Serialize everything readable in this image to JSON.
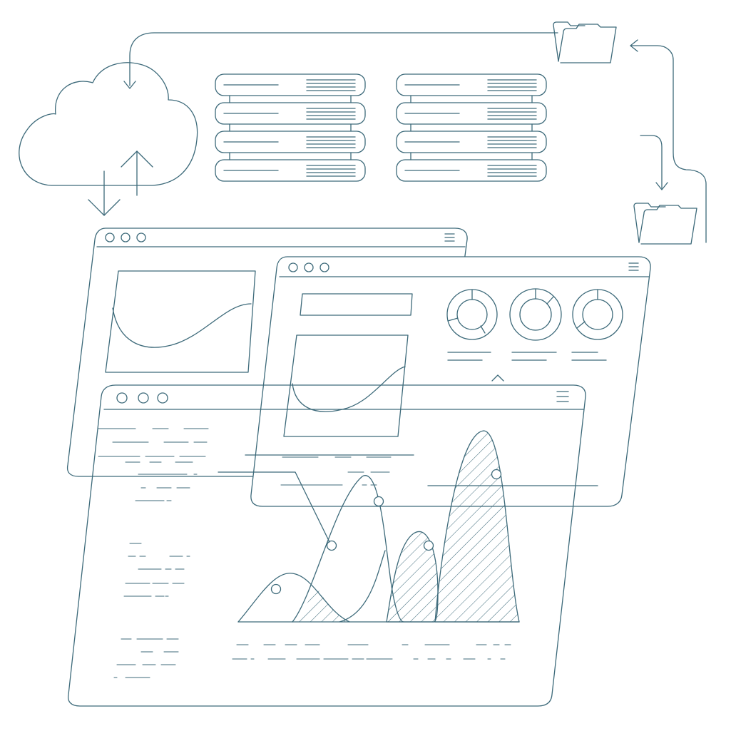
{
  "illustration": {
    "style": "line-art",
    "stroke_color": "#3d6a7a",
    "background_color": "#ffffff",
    "hatch_color": "#3d6a7a"
  },
  "icons": [
    "cloud-icon",
    "upload-arrow-icon",
    "download-arrow-icon",
    "folder-icon",
    "folder-icon",
    "server-rack-icon",
    "server-rack-icon",
    "menu-icon"
  ],
  "windows": [
    {
      "name": "browser-window-back",
      "control_dots": 3
    },
    {
      "name": "browser-window-middle",
      "control_dots": 3
    },
    {
      "name": "browser-window-front",
      "control_dots": 3
    }
  ],
  "server_racks": [
    {
      "name": "server-rack-left",
      "units": 4
    },
    {
      "name": "server-rack-right",
      "units": 4
    }
  ],
  "donut_charts": 3,
  "distribution_chart": {
    "peaks": 4,
    "hatched_peaks": [
      3,
      4
    ],
    "markers": 5
  }
}
